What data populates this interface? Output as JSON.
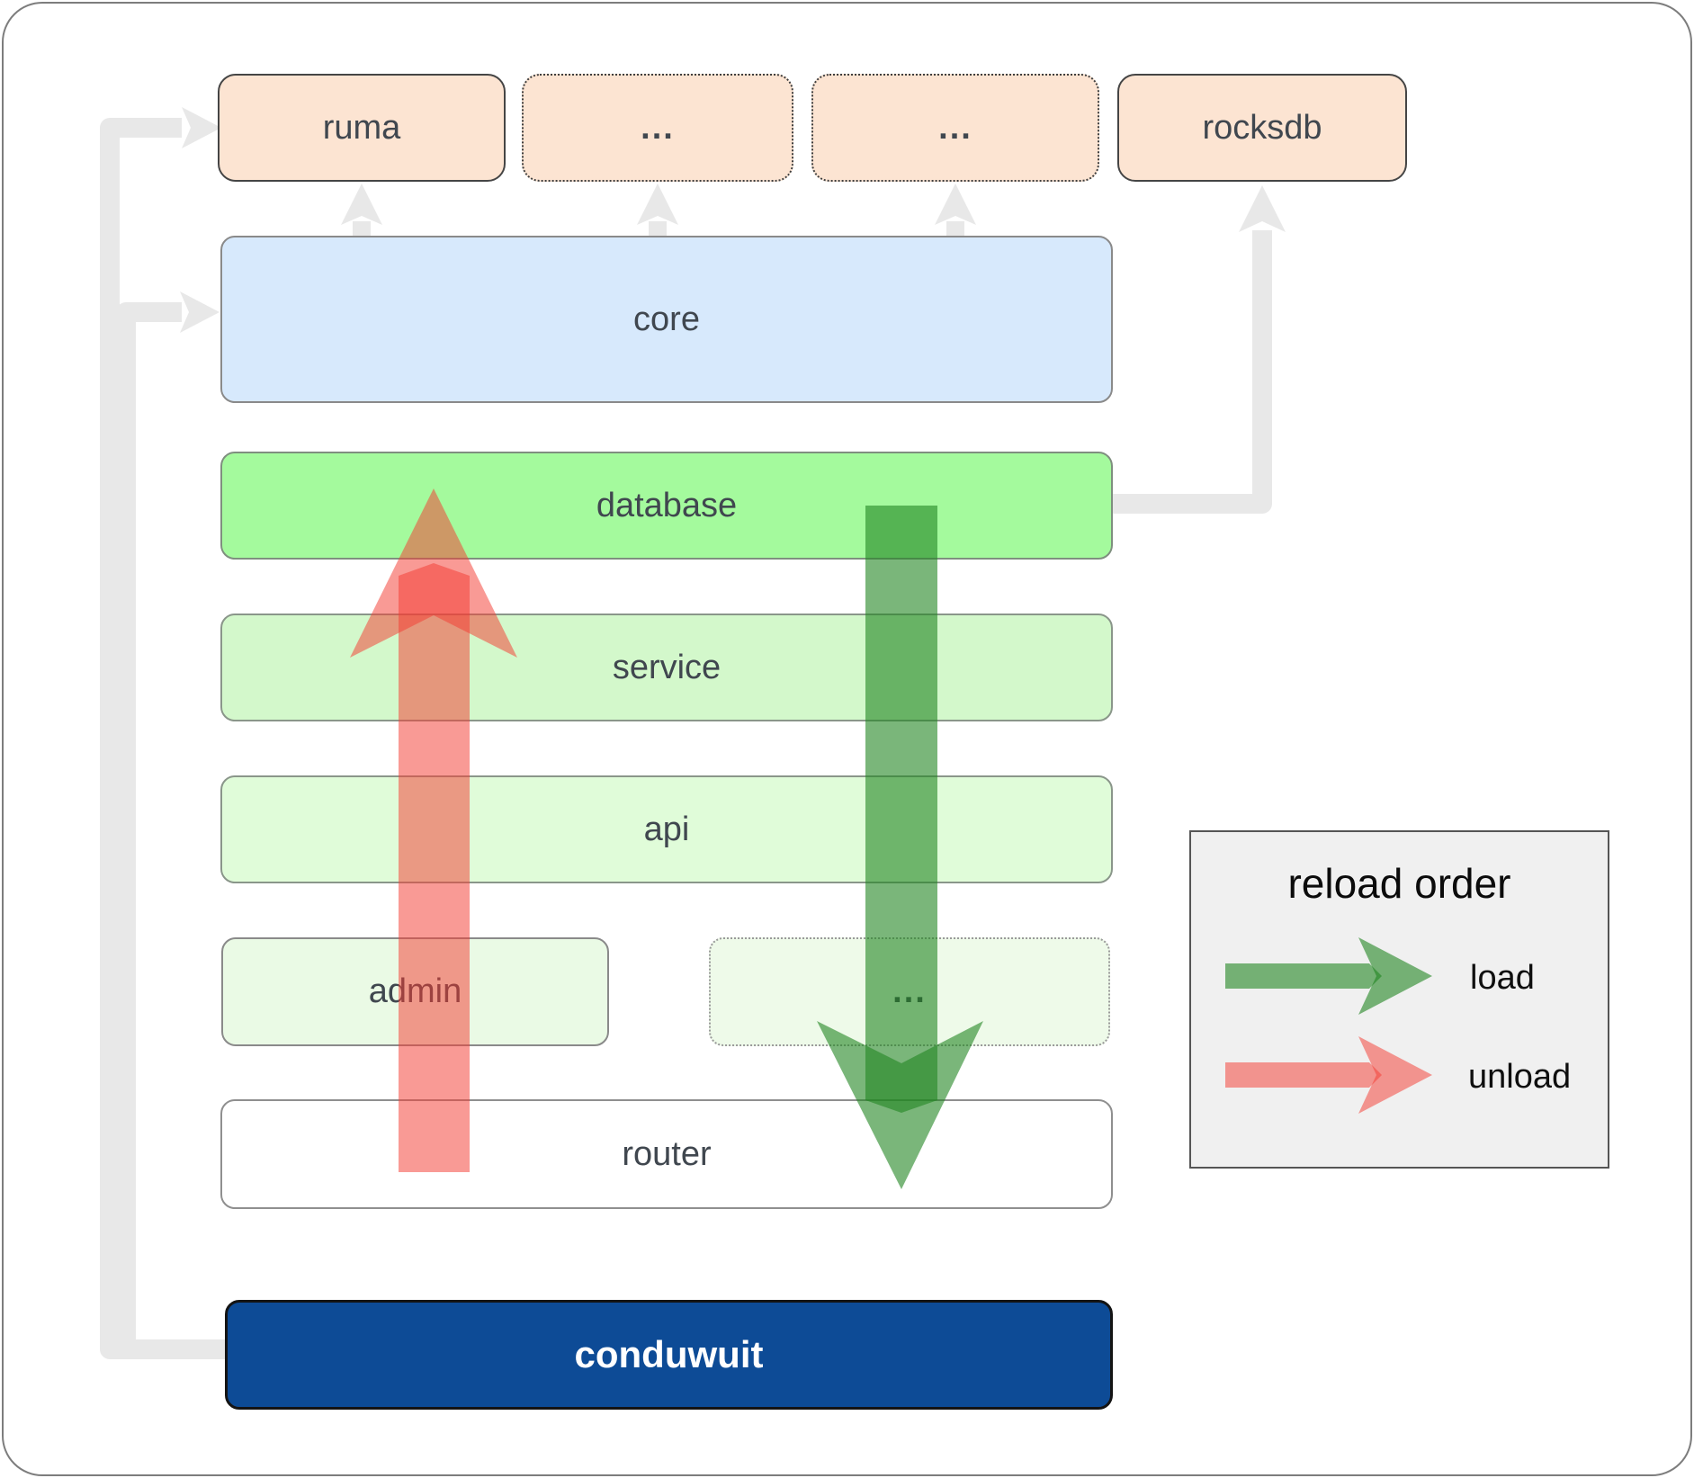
{
  "nodes": {
    "ruma": {
      "label": "ruma"
    },
    "dots1": {
      "label": "..."
    },
    "dots2": {
      "label": "..."
    },
    "rocksdb": {
      "label": "rocksdb"
    },
    "core": {
      "label": "core"
    },
    "database": {
      "label": "database"
    },
    "service": {
      "label": "service"
    },
    "api": {
      "label": "api"
    },
    "admin": {
      "label": "admin"
    },
    "dots3": {
      "label": "..."
    },
    "router": {
      "label": "router"
    },
    "conduwuit": {
      "label": "conduwuit"
    }
  },
  "edges": [
    {
      "from": "conduwuit",
      "to": "ruma",
      "style": "gray"
    },
    {
      "from": "conduwuit",
      "to": "core",
      "style": "gray"
    },
    {
      "from": "core",
      "to": "ruma",
      "style": "gray"
    },
    {
      "from": "core",
      "to": "dots1",
      "style": "gray"
    },
    {
      "from": "core",
      "to": "dots2",
      "style": "gray"
    },
    {
      "from": "database",
      "to": "rocksdb",
      "style": "gray"
    },
    {
      "from": "database",
      "to": "router",
      "style": "load",
      "direction": "down"
    },
    {
      "from": "router",
      "to": "database",
      "style": "unload",
      "direction": "up"
    }
  ],
  "legend": {
    "title": "reload order",
    "items": [
      {
        "label": "load",
        "color": "rgba(34,134,34,0.6)"
      },
      {
        "label": "unload",
        "color": "rgba(244,62,52,0.52)"
      }
    ]
  },
  "colors": {
    "node-peach": "#fce4d2",
    "node-blue": "#d7e9fc",
    "node-green1": "#a4fa9d",
    "node-green2": "#d3f8cb",
    "node-green3": "#e0fcd9",
    "node-green4": "#eafae5",
    "node-green5": "#eefae9",
    "conduwuit-blue": "#0d4b96",
    "legend-bg": "#f0f0f0",
    "edge-gray": "#e8e8e8",
    "load-arrow": "rgba(34,134,34,0.6)",
    "unload-arrow": "rgba(244,62,52,0.52)"
  }
}
